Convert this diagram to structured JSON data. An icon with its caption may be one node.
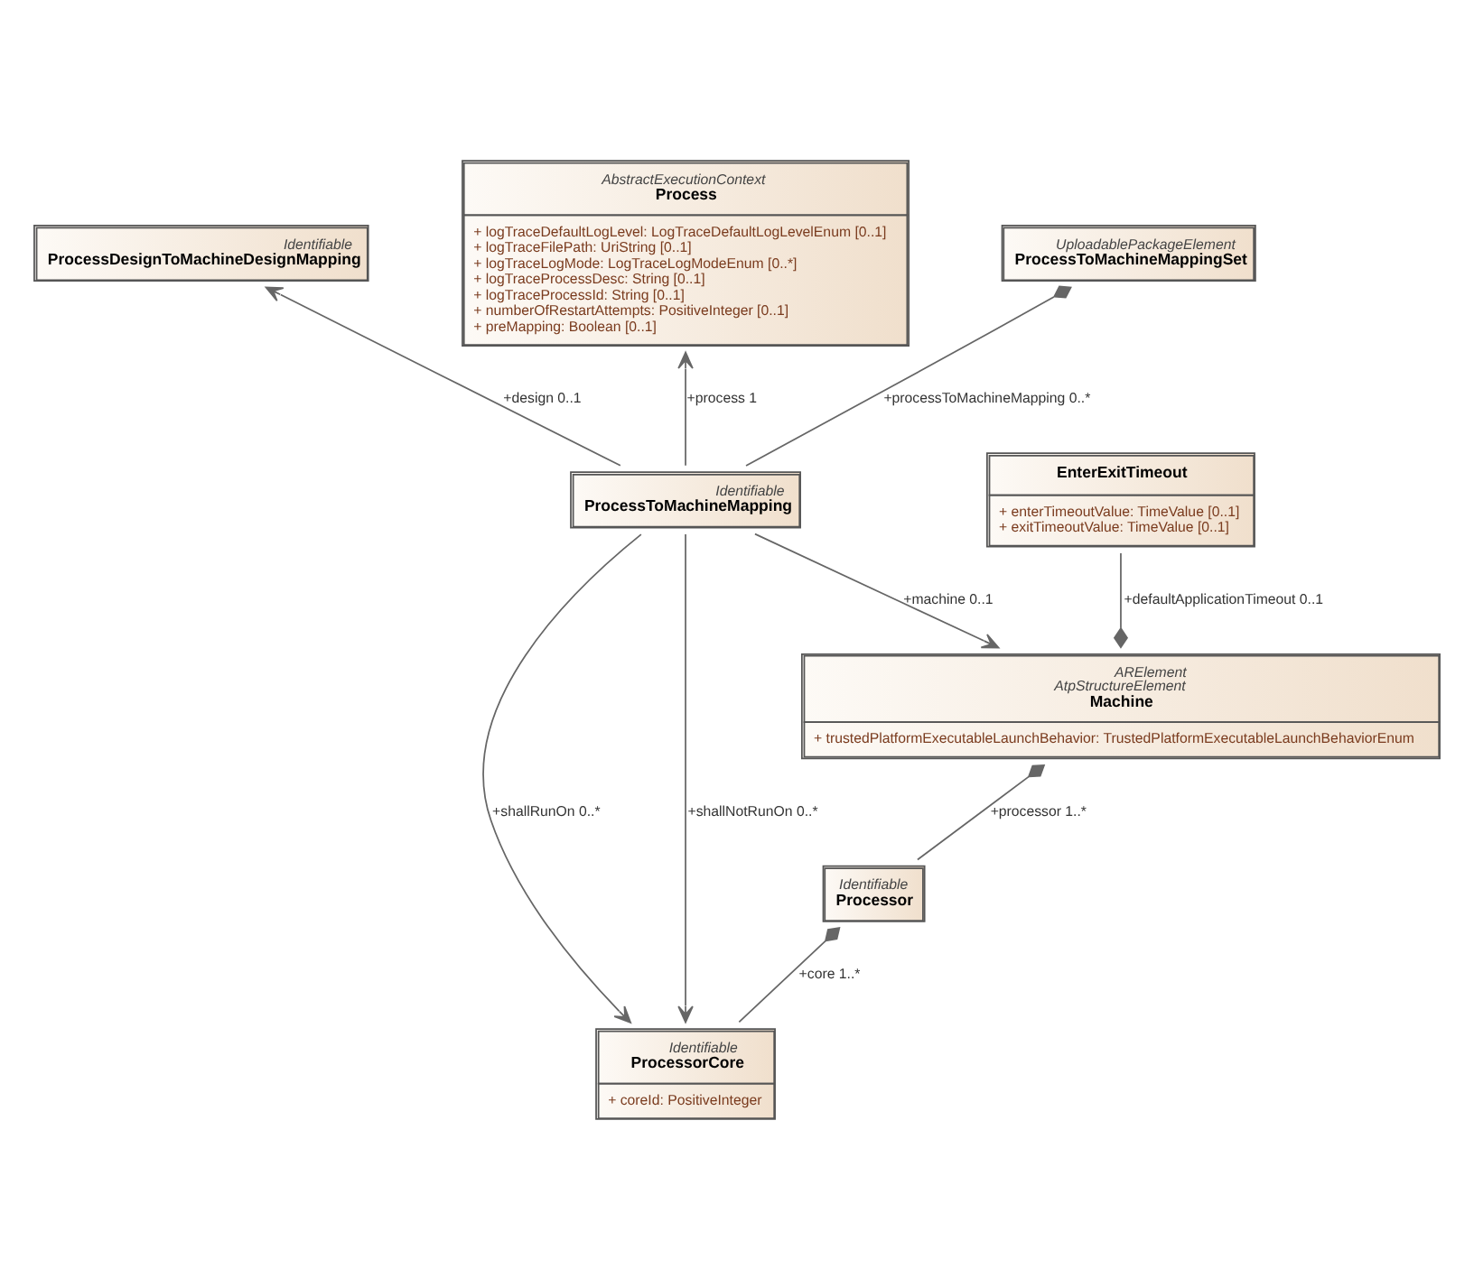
{
  "diagram": {
    "nodes": [
      {
        "text": [
          "Identifiable",
          "ProcessDesignToMachineDesignMapping"
        ]
      },
      {
        "text": [
          "AbstractExecutionContext",
          "Process",
          "+ logTraceDefaultLogLevel: LogTraceDefaultLogLevelEnum [0..1]",
          "+ logTraceFilePath: UriString [0..1]",
          "+ logTraceLogMode: LogTraceLogModeEnum [0..*]",
          "+ logTraceProcessDesc: String [0..1]",
          "+ logTraceProcessId: String [0..1]",
          "+ numberOfRestartAttempts: PositiveInteger [0..1]",
          "+ preMapping: Boolean [0..1]"
        ]
      },
      {
        "text": [
          "UploadablePackageElement",
          "ProcessToMachineMappingSet"
        ]
      },
      {
        "text": [
          "Identifiable",
          "ProcessToMachineMapping"
        ]
      },
      {
        "text": [
          "EnterExitTimeout",
          "+ enterTimeoutValue: TimeValue [0..1]",
          "+ exitTimeoutValue: TimeValue [0..1]"
        ]
      },
      {
        "text": [
          "ARElement",
          "AtpStructureElement",
          "Machine",
          "+ trustedPlatformExecutableLaunchBehavior: TrustedPlatformExecutableLaunchBehaviorEnum"
        ]
      },
      {
        "text": [
          "Identifiable",
          "Processor"
        ]
      },
      {
        "text": [
          "Identifiable",
          "ProcessorCore",
          "+ coreId: PositiveInteger"
        ]
      }
    ],
    "edges": [
      {
        "from": 3,
        "to": 0,
        "arrow": "to",
        "label": "+design 0..1"
      },
      {
        "from": 2,
        "to": 3,
        "arrow": "other",
        "label": "+processToMachineMapping 0..*"
      },
      {
        "from": 3,
        "to": 1,
        "arrow": "to",
        "label": "+process 1"
      },
      {
        "from": 3,
        "to": 5,
        "arrow": "to",
        "label": "+machine 0..1"
      },
      {
        "from": 5,
        "to": 4,
        "arrow": "other",
        "label": "+defaultApplicationTimeout 0..1"
      },
      {
        "from": 5,
        "to": 6,
        "arrow": "other",
        "label": "+processor 1..*"
      },
      {
        "from": 6,
        "to": 7,
        "arrow": "other",
        "label": "+core 1..*"
      },
      {
        "from": 3,
        "to": 7,
        "arrow": "to",
        "label": "+shallRunOn 0..*"
      },
      {
        "from": 3,
        "to": 7,
        "arrow": "to",
        "label": "+shallNotRunOn 0..*"
      }
    ]
  }
}
